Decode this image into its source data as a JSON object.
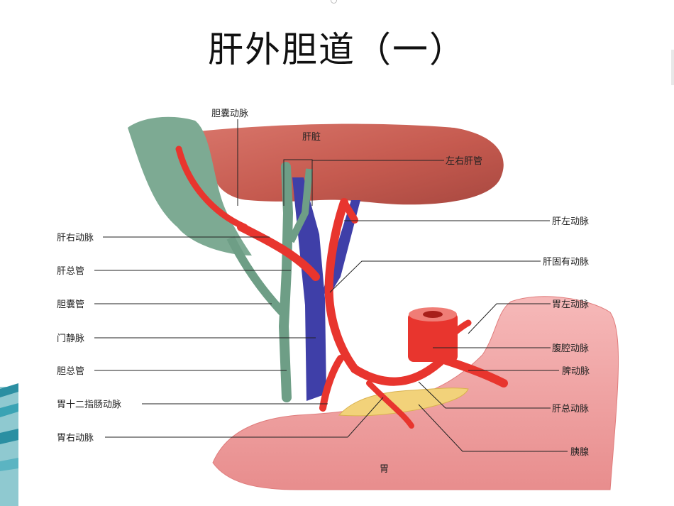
{
  "slide": {
    "title": "肝外胆道（一）"
  },
  "diagram": {
    "labels": {
      "cystic_artery": "胆囊动脉",
      "liver": "肝脏",
      "left_right_hepatic_ducts": "左右肝管",
      "left_hepatic_artery": "肝左动脉",
      "right_hepatic_artery": "肝右动脉",
      "proper_hepatic_artery": "肝固有动脉",
      "common_hepatic_duct": "肝总管",
      "cystic_duct": "胆囊管",
      "left_gastric_artery": "胃左动脉",
      "portal_vein": "门静脉",
      "celiac_trunk": "腹腔动脉",
      "common_bile_duct": "胆总管",
      "splenic_artery": "脾动脉",
      "gastroduodenal_artery": "胃十二指肠动脉",
      "common_hepatic_artery": "肝总动脉",
      "right_gastric_artery": "胃右动脉",
      "pancreas": "胰腺",
      "stomach": "胃"
    },
    "colors": {
      "liver": "#c75a50",
      "gallbladder": "#6e9e86",
      "artery": "#e8352e",
      "vein": "#3f3fa8",
      "duct": "#6e9e86",
      "stomach": "#f0a6a6",
      "pancreas": "#f2d27a"
    }
  }
}
